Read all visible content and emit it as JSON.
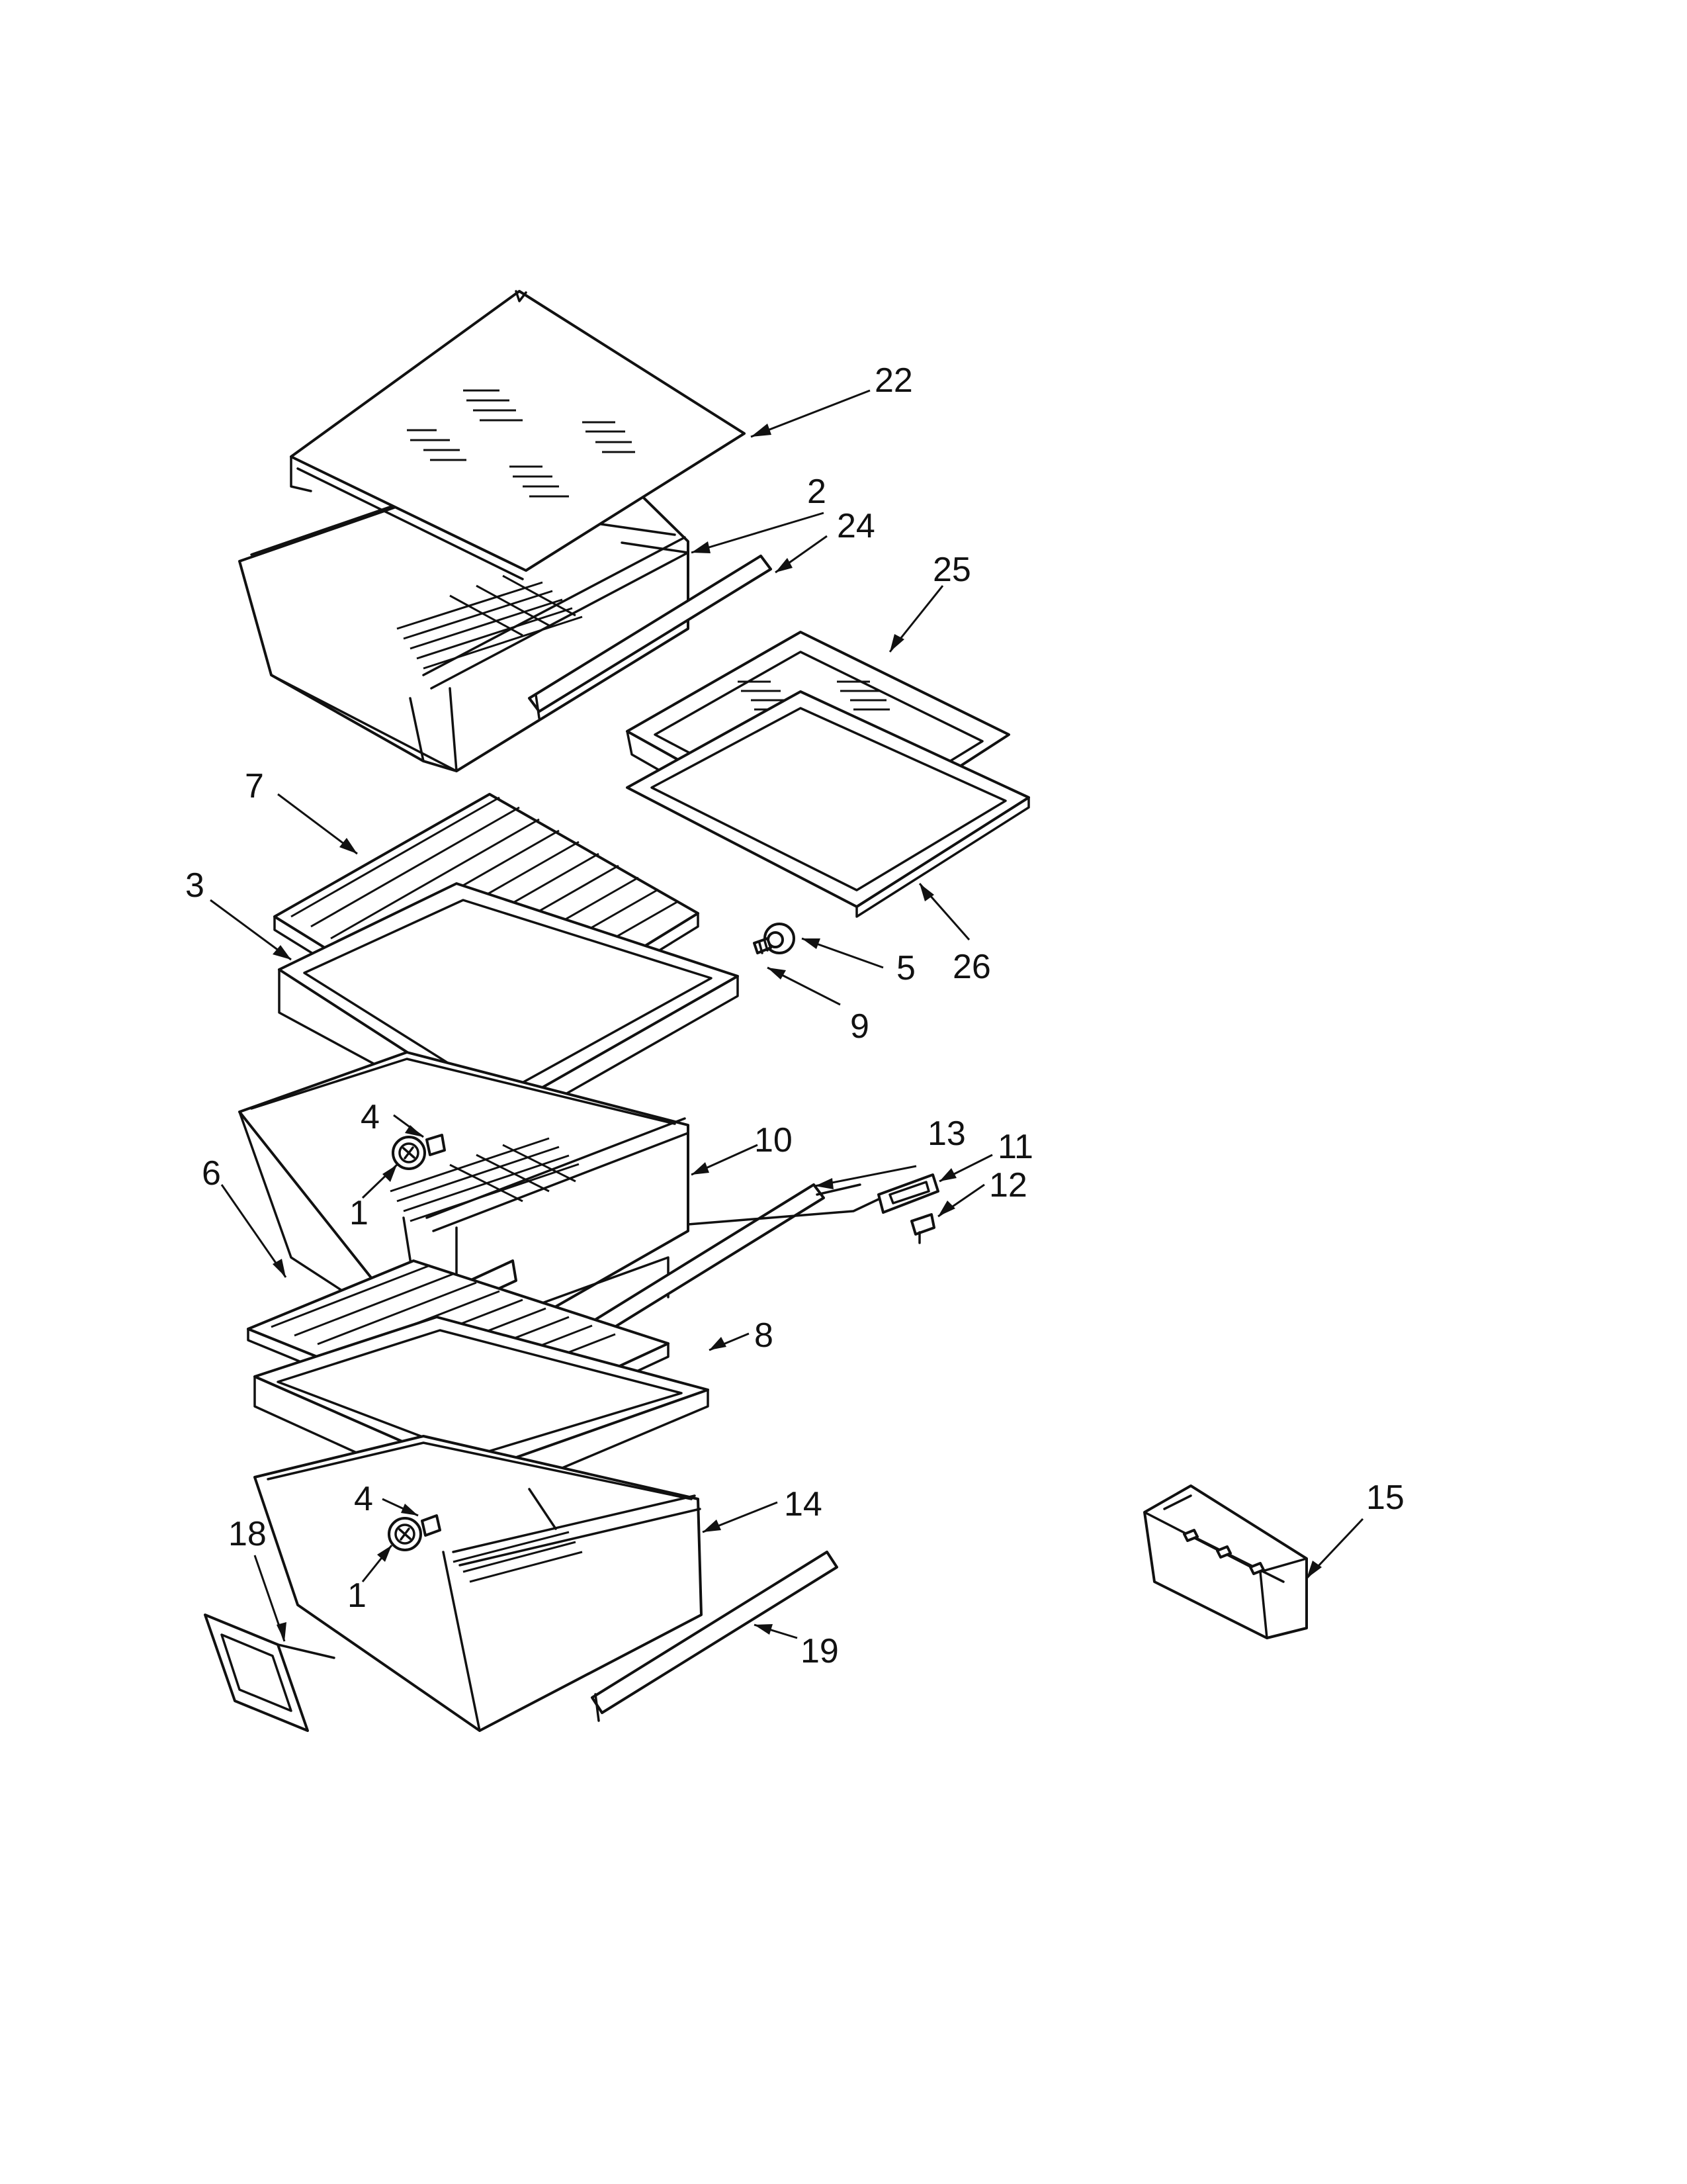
{
  "callouts": [
    {
      "id": "c22",
      "text": "22"
    },
    {
      "id": "c2",
      "text": "2"
    },
    {
      "id": "c24",
      "text": "24"
    },
    {
      "id": "c25",
      "text": "25"
    },
    {
      "id": "c7",
      "text": "7"
    },
    {
      "id": "c3",
      "text": "3"
    },
    {
      "id": "c5",
      "text": "5"
    },
    {
      "id": "c26",
      "text": "26"
    },
    {
      "id": "c9",
      "text": "9"
    },
    {
      "id": "c4a",
      "text": "4"
    },
    {
      "id": "c10",
      "text": "10"
    },
    {
      "id": "c13",
      "text": "13"
    },
    {
      "id": "c11",
      "text": "11"
    },
    {
      "id": "c12",
      "text": "12"
    },
    {
      "id": "c6",
      "text": "6"
    },
    {
      "id": "c1a",
      "text": "1"
    },
    {
      "id": "c8",
      "text": "8"
    },
    {
      "id": "c4b",
      "text": "4"
    },
    {
      "id": "c14",
      "text": "14"
    },
    {
      "id": "c15",
      "text": "15"
    },
    {
      "id": "c18",
      "text": "18"
    },
    {
      "id": "c1b",
      "text": "1"
    },
    {
      "id": "c19",
      "text": "19"
    }
  ]
}
